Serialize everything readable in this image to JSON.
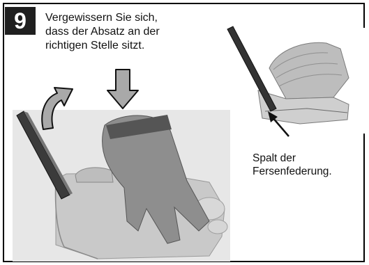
{
  "step": {
    "number": "9"
  },
  "instruction": {
    "lines": [
      "Vergewissern Sie sich,",
      "dass der Absatz an der",
      "richtigen Stelle sitzt."
    ]
  },
  "callout": {
    "lines": [
      "Spalt der",
      "Fersenfederung."
    ]
  },
  "icons": {
    "rotate_arrow": "curved-arrow-icon",
    "push_arrow": "down-arrow-icon",
    "pointer_arrow": "pointer-arrow-icon"
  }
}
